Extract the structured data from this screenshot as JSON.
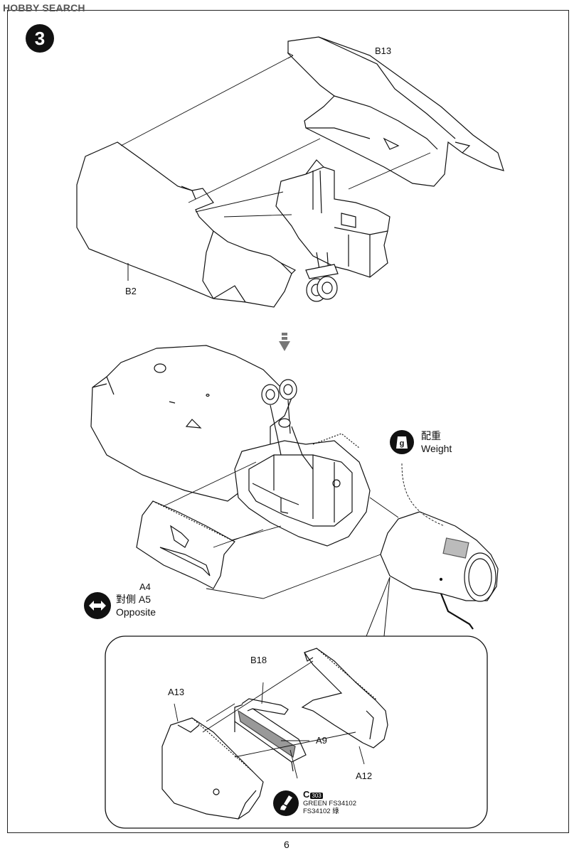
{
  "watermark": "HOBBY SEARCH",
  "step": {
    "number": "3"
  },
  "parts": {
    "b13": "B13",
    "b2": "B2",
    "a4": "A4",
    "b18": "B18",
    "a13": "A13",
    "a9": "A9",
    "a12": "A12"
  },
  "weight_note": {
    "cjk": "配重",
    "text": "Weight",
    "icon": "weight-icon",
    "icon_glyph": "g"
  },
  "opposite_note": {
    "cjk_prefix": "對側",
    "part": "A5",
    "text": "Opposite",
    "icon": "double-arrow-icon"
  },
  "paint": {
    "code": "C",
    "code_number": "303",
    "color_name": "GREEN FS34102",
    "color_cjk": "FS34102 綠",
    "icon": "paint-brush-icon"
  },
  "page_number": "6",
  "colors": {
    "ink": "#111111",
    "background": "#ffffff"
  }
}
